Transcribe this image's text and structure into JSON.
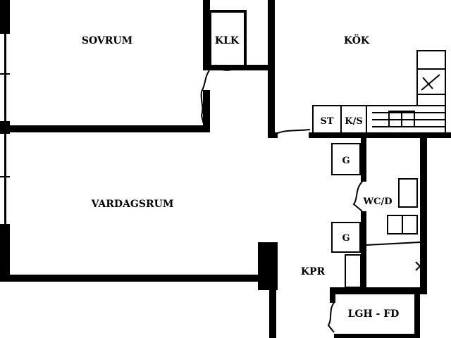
{
  "plan": {
    "ink_color": "#000000",
    "background_color": "#ffffff",
    "rooms": {
      "sovrum": "SOVRUM",
      "klk": "KLK",
      "kok": "KÖK",
      "st": "ST",
      "ks": "K/S",
      "g_upper": "G",
      "g_lower": "G",
      "wcd": "WC/D",
      "vardagsrum": "VARDAGSRUM",
      "kpr": "KPR",
      "lghfd": "LGH - FD"
    }
  }
}
